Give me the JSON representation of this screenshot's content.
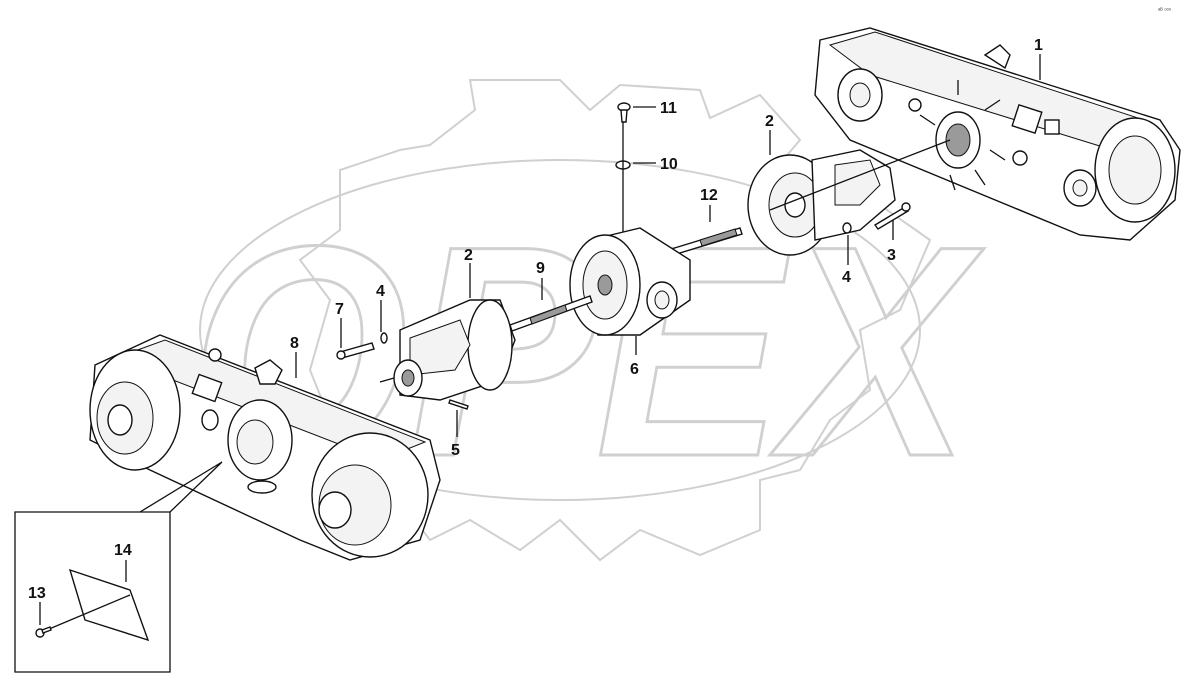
{
  "corner_mark": "ᵃᴮ ᵒᵒᵒ",
  "watermark": {
    "text": "OPEX"
  },
  "callouts": {
    "p1": "1",
    "p2a": "2",
    "p2b": "2",
    "p3": "3",
    "p4a": "4",
    "p4b": "4",
    "p5": "5",
    "p6": "6",
    "p7": "7",
    "p8": "8",
    "p9": "9",
    "p10": "10",
    "p11": "11",
    "p12": "12",
    "p13": "13",
    "p14": "14"
  }
}
